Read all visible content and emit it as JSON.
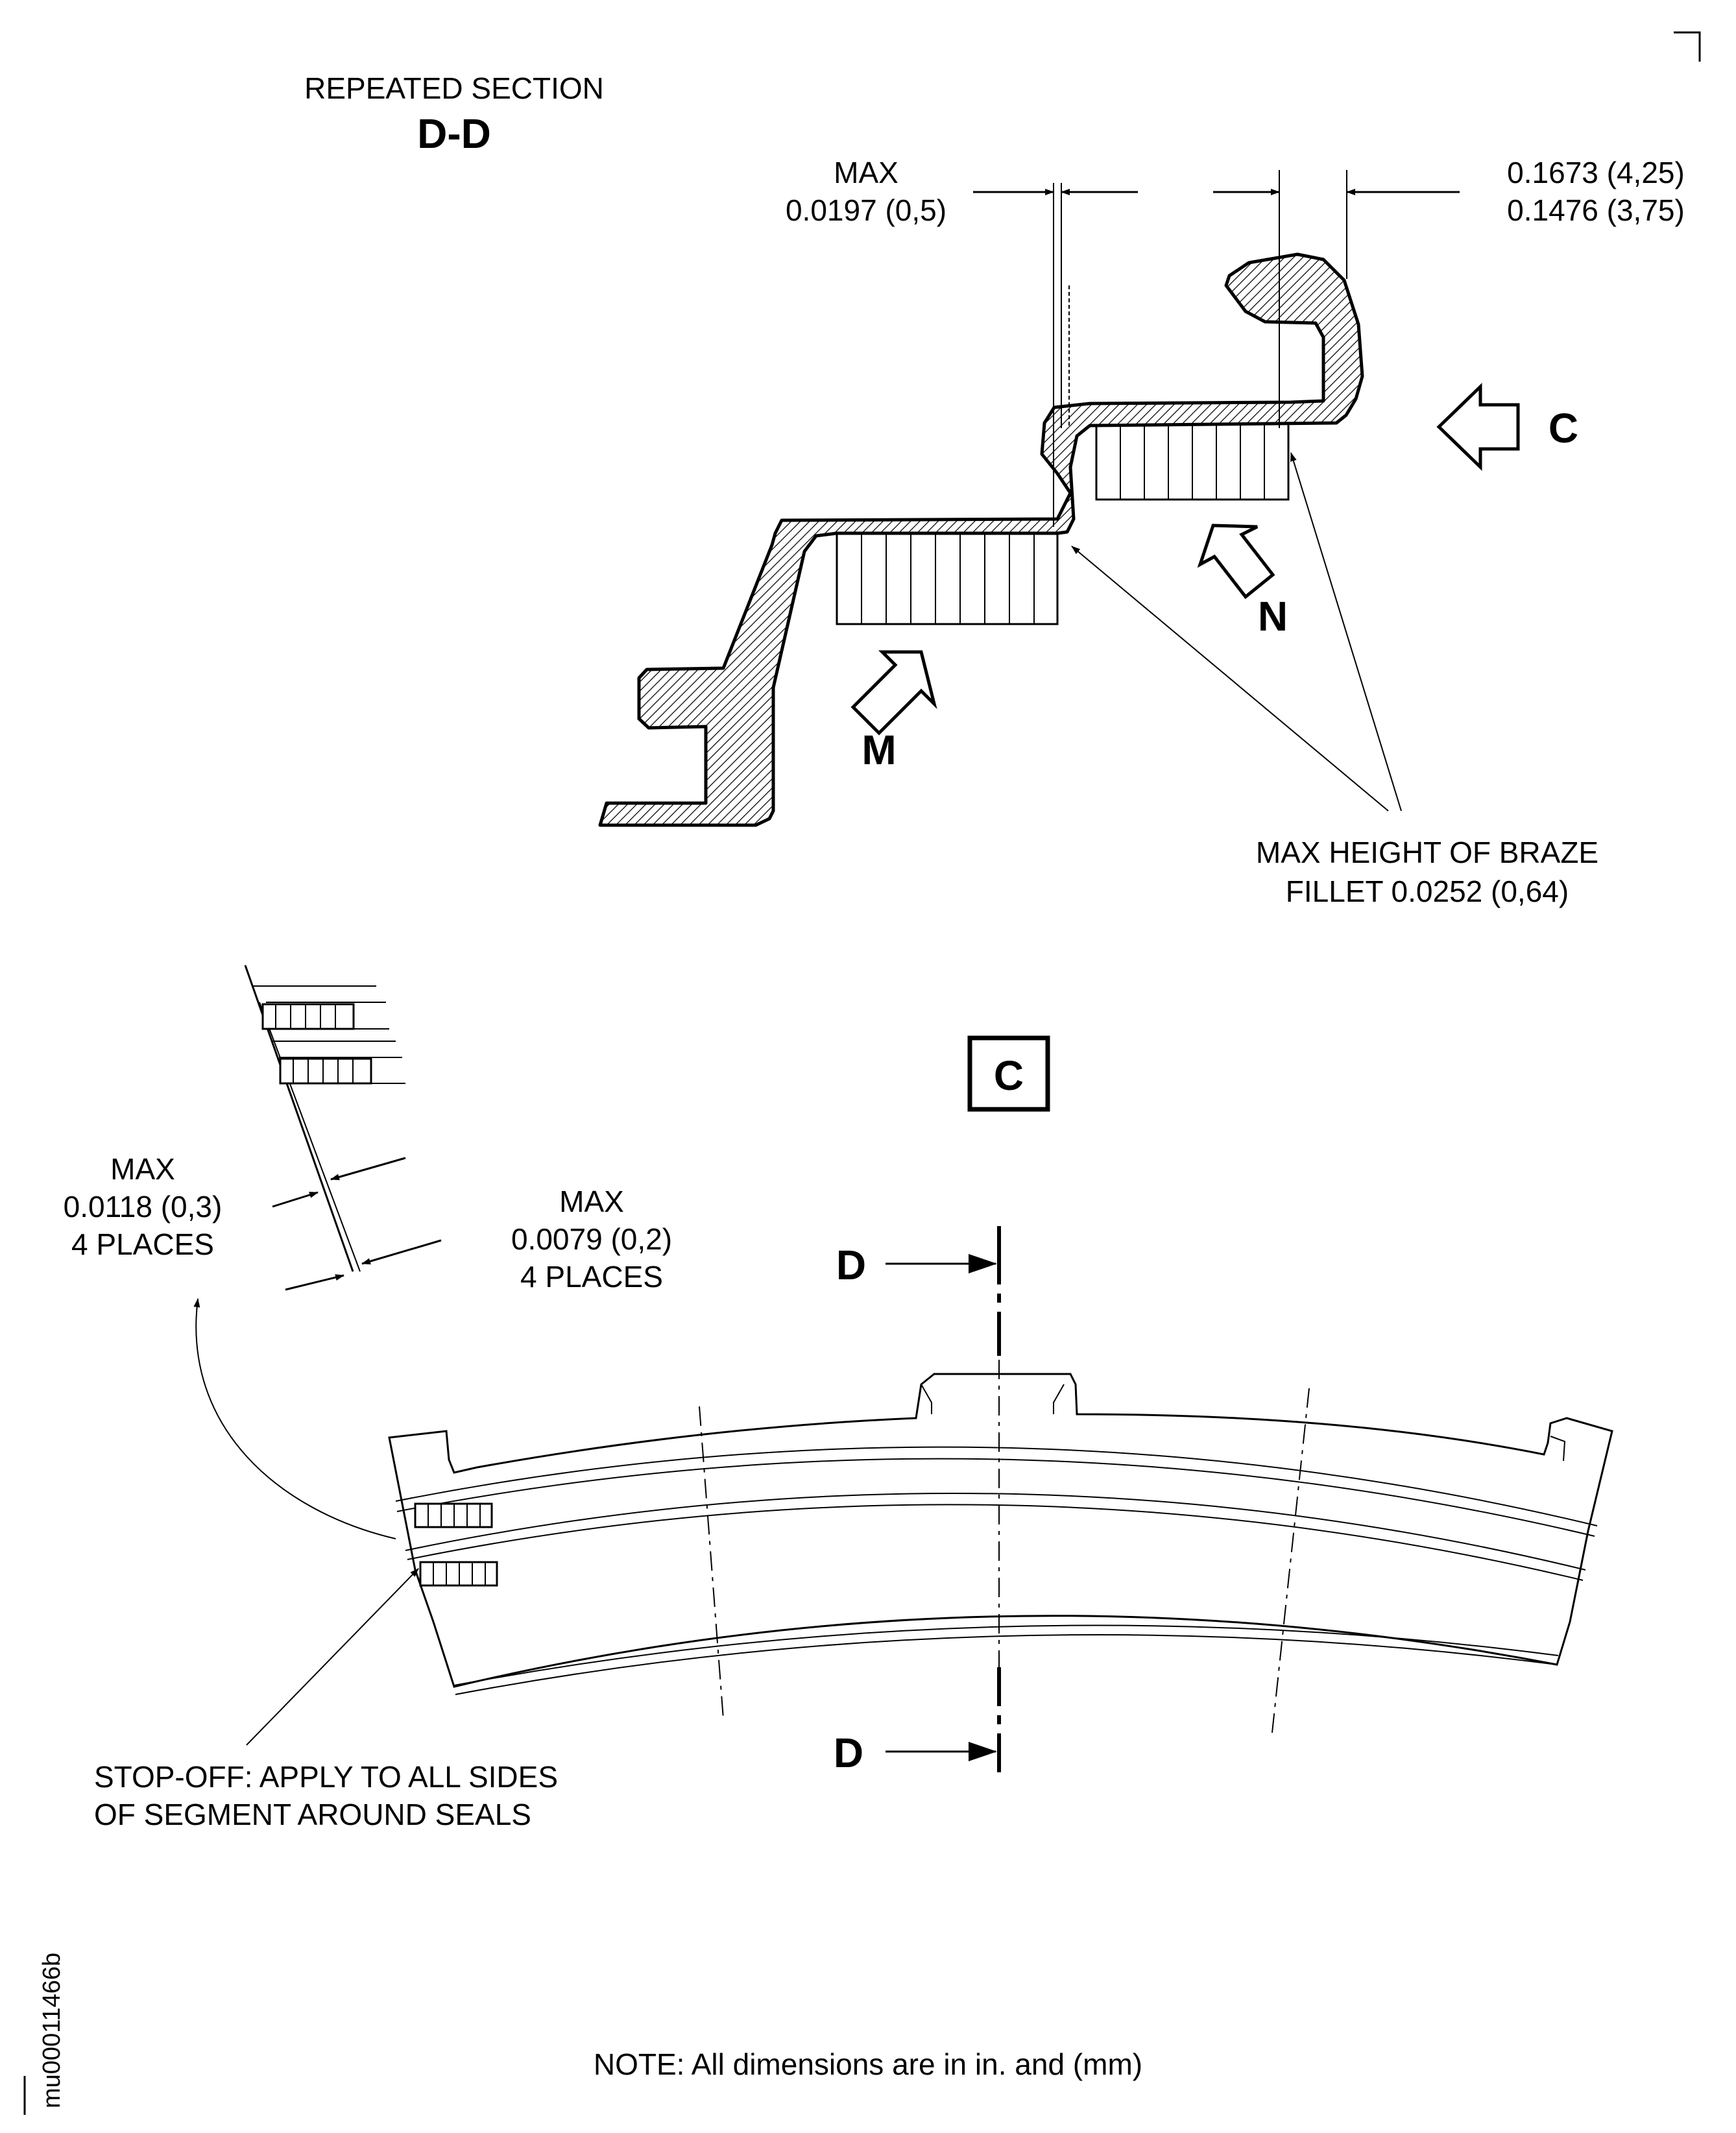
{
  "section": {
    "caption": "REPEATED SECTION",
    "name": "D-D"
  },
  "dims": {
    "gap_max_label": "MAX",
    "gap_max_value": "0.0197 (0,5)",
    "width_upper": "0.1673 (4,25)",
    "width_lower": "0.1476 (3,75)",
    "braze_line1": "MAX HEIGHT OF BRAZE",
    "braze_line2": "FILLET 0.0252 (0,64)",
    "left_max_label": "MAX",
    "left_max_value": "0.0118 (0,3)",
    "left_max_places": "4 PLACES",
    "right_max_label": "MAX",
    "right_max_value": "0.0079 (0,2)",
    "right_max_places": "4 PLACES"
  },
  "views": {
    "arrow_c": "C",
    "arrow_m": "M",
    "arrow_n": "N",
    "view_c_box": "C",
    "cut_top": "D",
    "cut_bottom": "D"
  },
  "notes": {
    "stopoff_line1": "STOP-OFF: APPLY TO ALL SIDES",
    "stopoff_line2": "OF SEGMENT AROUND SEALS",
    "footer": "NOTE: All dimensions are in in. and (mm)",
    "figure_id": "mu00011466b"
  }
}
